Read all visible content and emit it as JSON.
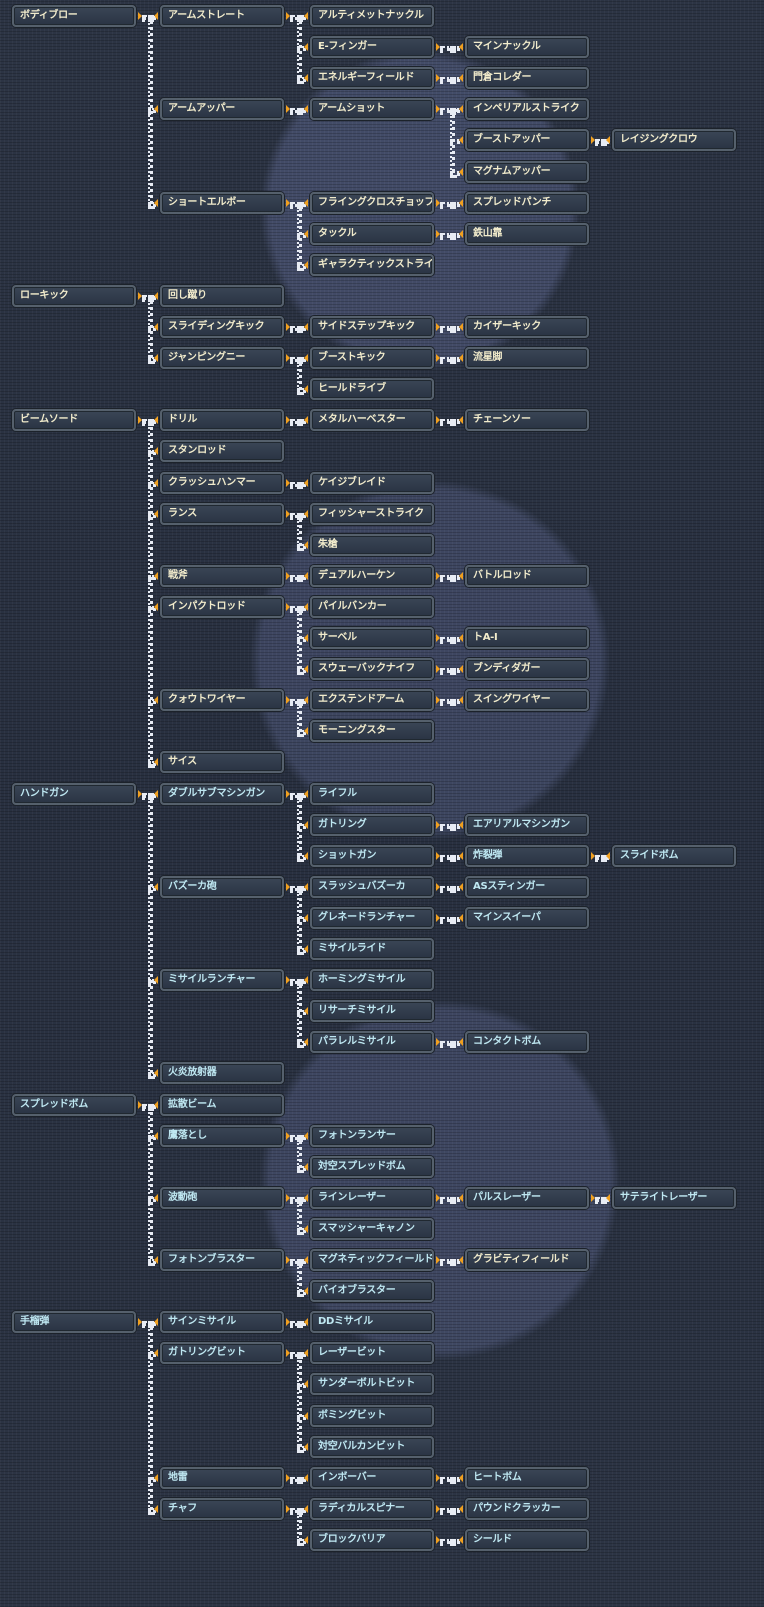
{
  "colors": {
    "cream_text": "#f2eccc",
    "cyan_text": "#bfe8f2",
    "arrow": "#f0a020",
    "connector": "#e8ecf4"
  },
  "tree": [
    {
      "id": "n0",
      "row": 0,
      "col": 0,
      "label": "ボディブロー",
      "color": "cream"
    },
    {
      "id": "n1",
      "row": 0,
      "col": 1,
      "label": "アームストレート",
      "parent": "n0",
      "color": "cream"
    },
    {
      "id": "n2",
      "row": 0,
      "col": 2,
      "label": "アルティメットナックル",
      "parent": "n1",
      "color": "cream"
    },
    {
      "id": "n3",
      "row": 1,
      "col": 2,
      "label": "E-フィンガー",
      "parent": "n1",
      "color": "cream"
    },
    {
      "id": "n4",
      "row": 1,
      "col": 3,
      "label": "マインナックル",
      "parent": "n3",
      "color": "cream"
    },
    {
      "id": "n5",
      "row": 2,
      "col": 2,
      "label": "エネルギーフィールド",
      "parent": "n1",
      "color": "cream"
    },
    {
      "id": "n6",
      "row": 2,
      "col": 3,
      "label": "門倉コレダー",
      "parent": "n5",
      "color": "cream"
    },
    {
      "id": "n7",
      "row": 3,
      "col": 1,
      "label": "アームアッパー",
      "parent": "n0",
      "color": "cream"
    },
    {
      "id": "n8",
      "row": 3,
      "col": 2,
      "label": "アームショット",
      "parent": "n7",
      "color": "cream"
    },
    {
      "id": "n9",
      "row": 3,
      "col": 3,
      "label": "インペリアルストライク",
      "parent": "n8",
      "color": "cream"
    },
    {
      "id": "n10",
      "row": 4,
      "col": 3,
      "label": "ブーストアッパー",
      "parent": "n8",
      "color": "cream"
    },
    {
      "id": "n11",
      "row": 4,
      "col": 4,
      "label": "レイジングクロウ",
      "parent": "n10",
      "color": "cream"
    },
    {
      "id": "n12",
      "row": 5,
      "col": 3,
      "label": "マグナムアッパー",
      "parent": "n8",
      "color": "cream"
    },
    {
      "id": "n13",
      "row": 6,
      "col": 1,
      "label": "ショートエルボー",
      "parent": "n0",
      "color": "cream"
    },
    {
      "id": "n14",
      "row": 6,
      "col": 2,
      "label": "フライングクロスチョップ",
      "parent": "n13",
      "color": "cream"
    },
    {
      "id": "n15",
      "row": 6,
      "col": 3,
      "label": "スプレッドパンチ",
      "parent": "n14",
      "color": "cream"
    },
    {
      "id": "n16",
      "row": 7,
      "col": 2,
      "label": "タックル",
      "parent": "n13",
      "color": "cream"
    },
    {
      "id": "n17",
      "row": 7,
      "col": 3,
      "label": "鉄山靠",
      "parent": "n16",
      "color": "cream"
    },
    {
      "id": "n18",
      "row": 8,
      "col": 2,
      "label": "ギャラクティックストライク",
      "parent": "n13",
      "color": "cream"
    },
    {
      "id": "n19",
      "row": 9,
      "col": 0,
      "label": "ローキック",
      "color": "cream"
    },
    {
      "id": "n20",
      "row": 9,
      "col": 1,
      "label": "回し蹴り",
      "parent": "n19",
      "color": "cream"
    },
    {
      "id": "n21",
      "row": 10,
      "col": 1,
      "label": "スライディングキック",
      "parent": "n19",
      "color": "cream"
    },
    {
      "id": "n22",
      "row": 10,
      "col": 2,
      "label": "サイドステップキック",
      "parent": "n21",
      "color": "cream"
    },
    {
      "id": "n23",
      "row": 10,
      "col": 3,
      "label": "カイザーキック",
      "parent": "n22",
      "color": "cream"
    },
    {
      "id": "n24",
      "row": 11,
      "col": 1,
      "label": "ジャンピングニー",
      "parent": "n19",
      "color": "cream"
    },
    {
      "id": "n25",
      "row": 11,
      "col": 2,
      "label": "ブーストキック",
      "parent": "n24",
      "color": "cream"
    },
    {
      "id": "n26",
      "row": 11,
      "col": 3,
      "label": "流星脚",
      "parent": "n25",
      "color": "cream"
    },
    {
      "id": "n27",
      "row": 12,
      "col": 2,
      "label": "ヒールドライブ",
      "parent": "n24",
      "color": "cream"
    },
    {
      "id": "n28",
      "row": 13,
      "col": 0,
      "label": "ビームソード",
      "color": "cream"
    },
    {
      "id": "n29",
      "row": 13,
      "col": 1,
      "label": "ドリル",
      "parent": "n28",
      "color": "cream"
    },
    {
      "id": "n30",
      "row": 13,
      "col": 2,
      "label": "メタルハーベスター",
      "parent": "n29",
      "color": "cream"
    },
    {
      "id": "n31",
      "row": 13,
      "col": 3,
      "label": "チェーンソー",
      "parent": "n30",
      "color": "cream"
    },
    {
      "id": "n32",
      "row": 14,
      "col": 1,
      "label": "スタンロッド",
      "parent": "n28",
      "color": "cream"
    },
    {
      "id": "n33",
      "row": 15,
      "col": 1,
      "label": "クラッシュハンマー",
      "parent": "n28",
      "color": "cream"
    },
    {
      "id": "n34",
      "row": 15,
      "col": 2,
      "label": "ケイジブレイド",
      "parent": "n33",
      "color": "cream"
    },
    {
      "id": "n35",
      "row": 16,
      "col": 1,
      "label": "ランス",
      "parent": "n28",
      "color": "cream"
    },
    {
      "id": "n36",
      "row": 16,
      "col": 2,
      "label": "フィッシャーストライク",
      "parent": "n35",
      "color": "cream"
    },
    {
      "id": "n37",
      "row": 17,
      "col": 2,
      "label": "朱槍",
      "parent": "n35",
      "color": "cream"
    },
    {
      "id": "n38",
      "row": 18,
      "col": 1,
      "label": "戦斧",
      "parent": "n28",
      "color": "cream"
    },
    {
      "id": "n39",
      "row": 18,
      "col": 2,
      "label": "デュアルハーケン",
      "parent": "n38",
      "color": "cream"
    },
    {
      "id": "n40",
      "row": 18,
      "col": 3,
      "label": "バトルロッド",
      "parent": "n39",
      "color": "cream"
    },
    {
      "id": "n41",
      "row": 19,
      "col": 1,
      "label": "インパクトロッド",
      "parent": "n28",
      "color": "cream"
    },
    {
      "id": "n42",
      "row": 19,
      "col": 2,
      "label": "パイルバンカー",
      "parent": "n41",
      "color": "cream"
    },
    {
      "id": "n43",
      "row": 20,
      "col": 2,
      "label": "サーベル",
      "parent": "n41",
      "color": "cream"
    },
    {
      "id": "n44",
      "row": 20,
      "col": 3,
      "label": "トA-I",
      "parent": "n43",
      "color": "cream"
    },
    {
      "id": "n45",
      "row": 21,
      "col": 2,
      "label": "スウェーバックナイフ",
      "parent": "n41",
      "color": "cream"
    },
    {
      "id": "n46",
      "row": 21,
      "col": 3,
      "label": "ブンディダガー",
      "parent": "n45",
      "color": "cream"
    },
    {
      "id": "n47",
      "row": 22,
      "col": 1,
      "label": "クォウトワイヤー",
      "parent": "n28",
      "color": "cream"
    },
    {
      "id": "n48",
      "row": 22,
      "col": 2,
      "label": "エクステンドアーム",
      "parent": "n47",
      "color": "cream"
    },
    {
      "id": "n49",
      "row": 22,
      "col": 3,
      "label": "スイングワイヤー",
      "parent": "n48",
      "color": "cream"
    },
    {
      "id": "n50",
      "row": 23,
      "col": 2,
      "label": "モーニングスター",
      "parent": "n47",
      "color": "cream"
    },
    {
      "id": "n51",
      "row": 24,
      "col": 1,
      "label": "サイス",
      "parent": "n28",
      "color": "cream"
    },
    {
      "id": "n52",
      "row": 25,
      "col": 0,
      "label": "ハンドガン",
      "color": "cyan"
    },
    {
      "id": "n53",
      "row": 25,
      "col": 1,
      "label": "ダブルサブマシンガン",
      "parent": "n52",
      "color": "cyan"
    },
    {
      "id": "n54",
      "row": 25,
      "col": 2,
      "label": "ライフル",
      "parent": "n53",
      "color": "cyan"
    },
    {
      "id": "n55",
      "row": 26,
      "col": 2,
      "label": "ガトリング",
      "parent": "n53",
      "color": "cyan"
    },
    {
      "id": "n56",
      "row": 26,
      "col": 3,
      "label": "エアリアルマシンガン",
      "parent": "n55",
      "color": "cyan"
    },
    {
      "id": "n57",
      "row": 27,
      "col": 2,
      "label": "ショットガン",
      "parent": "n53",
      "color": "cyan"
    },
    {
      "id": "n58",
      "row": 27,
      "col": 3,
      "label": "炸裂弾",
      "parent": "n57",
      "color": "cyan"
    },
    {
      "id": "n59",
      "row": 27,
      "col": 4,
      "label": "スライドボム",
      "parent": "n58",
      "color": "cyan"
    },
    {
      "id": "n60",
      "row": 28,
      "col": 1,
      "label": "バズーカ砲",
      "parent": "n52",
      "color": "cyan"
    },
    {
      "id": "n61",
      "row": 28,
      "col": 2,
      "label": "スラッシュバズーカ",
      "parent": "n60",
      "color": "cyan"
    },
    {
      "id": "n62",
      "row": 28,
      "col": 3,
      "label": "ASスティンガー",
      "parent": "n61",
      "color": "cyan"
    },
    {
      "id": "n63",
      "row": 29,
      "col": 2,
      "label": "グレネードランチャー",
      "parent": "n60",
      "color": "cyan"
    },
    {
      "id": "n64",
      "row": 29,
      "col": 3,
      "label": "マインスイーパ",
      "parent": "n63",
      "color": "cyan"
    },
    {
      "id": "n65",
      "row": 30,
      "col": 2,
      "label": "ミサイルライド",
      "parent": "n60",
      "color": "cyan"
    },
    {
      "id": "n66",
      "row": 31,
      "col": 1,
      "label": "ミサイルランチャー",
      "parent": "n52",
      "color": "cyan"
    },
    {
      "id": "n67",
      "row": 31,
      "col": 2,
      "label": "ホーミングミサイル",
      "parent": "n66",
      "color": "cyan"
    },
    {
      "id": "n68",
      "row": 32,
      "col": 2,
      "label": "リサーチミサイル",
      "parent": "n66",
      "color": "cyan"
    },
    {
      "id": "n69",
      "row": 33,
      "col": 2,
      "label": "パラレルミサイル",
      "parent": "n66",
      "color": "cyan"
    },
    {
      "id": "n70",
      "row": 33,
      "col": 3,
      "label": "コンタクトボム",
      "parent": "n69",
      "color": "cyan"
    },
    {
      "id": "n71",
      "row": 34,
      "col": 1,
      "label": "火炎放射器",
      "parent": "n52",
      "color": "cyan"
    },
    {
      "id": "n72",
      "row": 35,
      "col": 0,
      "label": "スプレッドボム",
      "color": "cyan"
    },
    {
      "id": "n73",
      "row": 35,
      "col": 1,
      "label": "拡散ビーム",
      "parent": "n72",
      "color": "cyan"
    },
    {
      "id": "n74",
      "row": 36,
      "col": 1,
      "label": "鷹落とし",
      "parent": "n72",
      "color": "cyan"
    },
    {
      "id": "n75",
      "row": 36,
      "col": 2,
      "label": "フォトンランサー",
      "parent": "n74",
      "color": "cyan"
    },
    {
      "id": "n76",
      "row": 37,
      "col": 2,
      "label": "対空スプレッドボム",
      "parent": "n74",
      "color": "cyan"
    },
    {
      "id": "n77",
      "row": 38,
      "col": 1,
      "label": "波動砲",
      "parent": "n72",
      "color": "cyan"
    },
    {
      "id": "n78",
      "row": 38,
      "col": 2,
      "label": "ラインレーザー",
      "parent": "n77",
      "color": "cyan"
    },
    {
      "id": "n79",
      "row": 38,
      "col": 3,
      "label": "パルスレーザー",
      "parent": "n78",
      "color": "cyan"
    },
    {
      "id": "n80",
      "row": 38,
      "col": 4,
      "label": "サテライトレーザー",
      "parent": "n79",
      "color": "cyan"
    },
    {
      "id": "n81",
      "row": 39,
      "col": 2,
      "label": "スマッシャーキャノン",
      "parent": "n77",
      "color": "cyan"
    },
    {
      "id": "n82",
      "row": 40,
      "col": 1,
      "label": "フォトンブラスター",
      "parent": "n72",
      "color": "cyan"
    },
    {
      "id": "n83",
      "row": 40,
      "col": 2,
      "label": "マグネティックフィールド",
      "parent": "n82",
      "color": "cyan"
    },
    {
      "id": "n84",
      "row": 40,
      "col": 3,
      "label": "グラビティフィールド",
      "parent": "n83",
      "color": "cream"
    },
    {
      "id": "n85",
      "row": 41,
      "col": 2,
      "label": "バイオブラスター",
      "parent": "n82",
      "color": "cyan"
    },
    {
      "id": "n86",
      "row": 42,
      "col": 0,
      "label": "手榴弾",
      "color": "cyan"
    },
    {
      "id": "n87",
      "row": 42,
      "col": 1,
      "label": "サインミサイル",
      "parent": "n86",
      "color": "cyan"
    },
    {
      "id": "n88",
      "row": 42,
      "col": 2,
      "label": "DDミサイル",
      "parent": "n87",
      "color": "cyan"
    },
    {
      "id": "n89",
      "row": 43,
      "col": 1,
      "label": "ガトリングビット",
      "parent": "n86",
      "color": "cyan"
    },
    {
      "id": "n90",
      "row": 43,
      "col": 2,
      "label": "レーザービット",
      "parent": "n89",
      "color": "cyan"
    },
    {
      "id": "n91",
      "row": 44,
      "col": 2,
      "label": "サンダーボルトビット",
      "parent": "n89",
      "color": "cyan"
    },
    {
      "id": "n92",
      "row": 45,
      "col": 2,
      "label": "ボミングビット",
      "parent": "n89",
      "color": "cyan"
    },
    {
      "id": "n93",
      "row": 46,
      "col": 2,
      "label": "対空バルカンビット",
      "parent": "n89",
      "color": "cyan"
    },
    {
      "id": "n94",
      "row": 47,
      "col": 1,
      "label": "地雷",
      "parent": "n86",
      "color": "cyan"
    },
    {
      "id": "n95",
      "row": 47,
      "col": 2,
      "label": "インボーバー",
      "parent": "n94",
      "color": "cyan"
    },
    {
      "id": "n96",
      "row": 47,
      "col": 3,
      "label": "ヒートボム",
      "parent": "n95",
      "color": "cyan"
    },
    {
      "id": "n97",
      "row": 48,
      "col": 1,
      "label": "チャフ",
      "parent": "n86",
      "color": "cyan"
    },
    {
      "id": "n98",
      "row": 48,
      "col": 2,
      "label": "ラディカルスピナー",
      "parent": "n97",
      "color": "cyan"
    },
    {
      "id": "n99",
      "row": 48,
      "col": 3,
      "label": "パウンドクラッカー",
      "parent": "n98",
      "color": "cyan"
    },
    {
      "id": "n100",
      "row": 49,
      "col": 2,
      "label": "ブロックバリア",
      "parent": "n97",
      "color": "cyan"
    },
    {
      "id": "n101",
      "row": 49,
      "col": 3,
      "label": "シールド",
      "parent": "n100",
      "color": "cyan"
    }
  ]
}
